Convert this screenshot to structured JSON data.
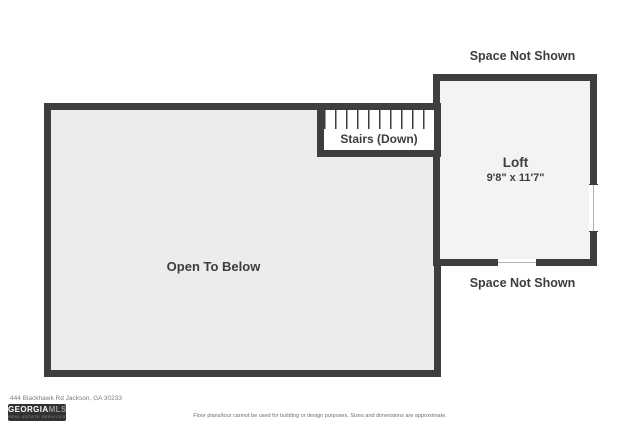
{
  "labels": {
    "space_not_shown_top": "Space Not Shown",
    "space_not_shown_bottom": "Space Not Shown",
    "stairs": "Stairs (Down)",
    "open_to_below": "Open To Below"
  },
  "loft": {
    "name": "Loft",
    "dimensions": "9'8\" x 11'7\""
  },
  "footer": {
    "address": "444 Blackhawk Rd Jackson, GA 30233",
    "disclaimer": "Floor plans/tour cannot be used for building or design purposes. Sizes and dimensions are approximate.",
    "logo": {
      "brand": "GEORGIA",
      "brand_suffix": "MLS",
      "tagline": "REAL ESTATE SERVICES"
    }
  },
  "colors": {
    "wall": "#3e3e3e",
    "room_fill": "#ececec",
    "loft_fill": "#f3f3f3",
    "text": "#3d3d3d"
  }
}
